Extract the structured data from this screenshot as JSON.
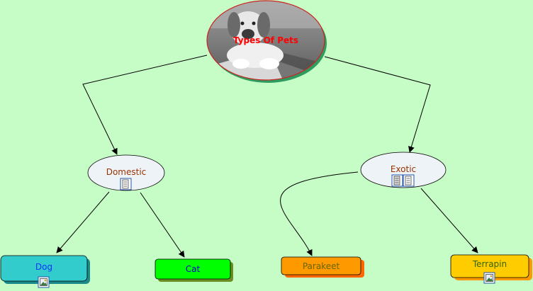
{
  "colors": {
    "background": "#c6fdc6",
    "edge": "#000000",
    "ellipse_fill": "#eef3f8",
    "root_border": "#cc2222",
    "root_label": "#ff0000",
    "root_shadow": "#2e9c5e"
  },
  "root": {
    "label": "Types Of Pets",
    "image_icon": "puppy-photo"
  },
  "branches": [
    {
      "label": "Domestic",
      "label_color": "#993300",
      "icons": [
        "document-icon"
      ]
    },
    {
      "label": "Exotic",
      "label_color": "#993300",
      "icons": [
        "document-icon",
        "document-icon"
      ]
    }
  ],
  "leaves": [
    {
      "label": "Dog",
      "fill": "#33cccc",
      "shadow": "#1a8a8a",
      "label_color": "#0033ff",
      "icons": [
        "image-icon"
      ]
    },
    {
      "label": "Cat",
      "fill": "#00ff00",
      "shadow": "#6b8e23",
      "label_color": "#0000cc",
      "icons": []
    },
    {
      "label": "Parakeet",
      "fill": "#ff9900",
      "shadow": "#ff6600",
      "label_color": "#666600",
      "icons": []
    },
    {
      "label": "Terrapin",
      "fill": "#ffcc00",
      "shadow": "#ff9900",
      "label_color": "#336600",
      "icons": [
        "image-icon"
      ]
    }
  ]
}
